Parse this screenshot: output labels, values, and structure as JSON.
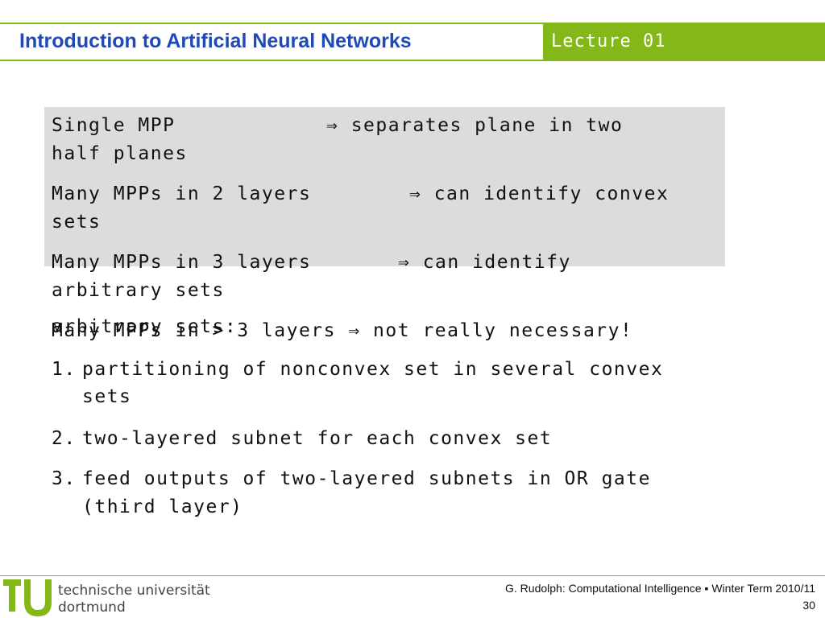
{
  "header": {
    "title": "Introduction to Artificial Neural Networks",
    "badge": "Lecture 01"
  },
  "box": {
    "lines": [
      "Single MPP",
      "⇒ separates plane in two",
      "half planes",
      "Many MPPs in 2 layers",
      "⇒ can identify convex",
      "sets",
      "Many MPPs in 3 layers",
      "⇒ can identify",
      "arbitrary sets"
    ]
  },
  "body": {
    "overlap_a": "arbitrary sets:",
    "overlap_b_pre": "Many MPPs in > 3 layers",
    "overlap_b_post": "⇒ not really necessary!",
    "items": [
      {
        "num": "1.",
        "line1": "partitioning of nonconvex set in several convex",
        "line2": "sets"
      },
      {
        "num": "2.",
        "line1": "two-layered subnet for each convex set"
      },
      {
        "num": "3.",
        "line1": "feed outputs of two-layered subnets in OR gate",
        "line2": "(third layer)"
      }
    ]
  },
  "footer": {
    "uni_line1": "technische universität",
    "uni_line2": "dortmund",
    "credit": "G. Rudolph: Computational Intelligence ▪ Winter Term 2010/11",
    "page": "30"
  },
  "colors": {
    "green": "#84b819",
    "blue": "#1f49b6",
    "box": "#dcdcdc"
  }
}
